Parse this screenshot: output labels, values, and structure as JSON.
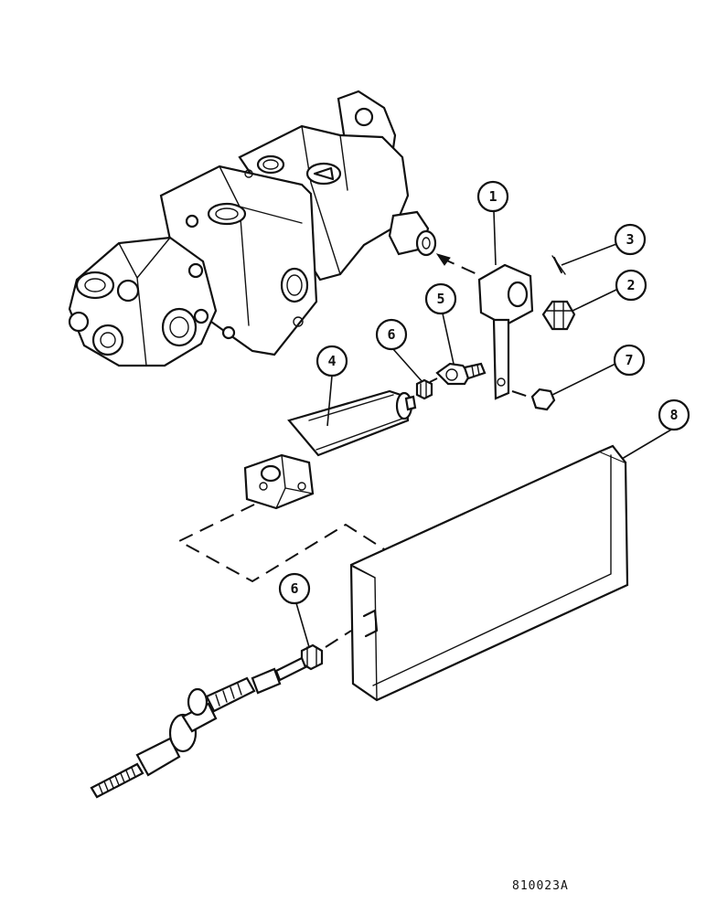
{
  "figure_id": "810023A",
  "callouts": [
    {
      "key": "c1",
      "label": "1"
    },
    {
      "key": "c2",
      "label": "2"
    },
    {
      "key": "c3",
      "label": "3"
    },
    {
      "key": "c4",
      "label": "4"
    },
    {
      "key": "c5",
      "label": "5"
    },
    {
      "key": "c6a",
      "label": "6"
    },
    {
      "key": "c6b",
      "label": "6"
    },
    {
      "key": "c7",
      "label": "7"
    },
    {
      "key": "c8",
      "label": "8"
    }
  ],
  "colors": {
    "ink": "#111111",
    "paper": "#ffffff"
  }
}
